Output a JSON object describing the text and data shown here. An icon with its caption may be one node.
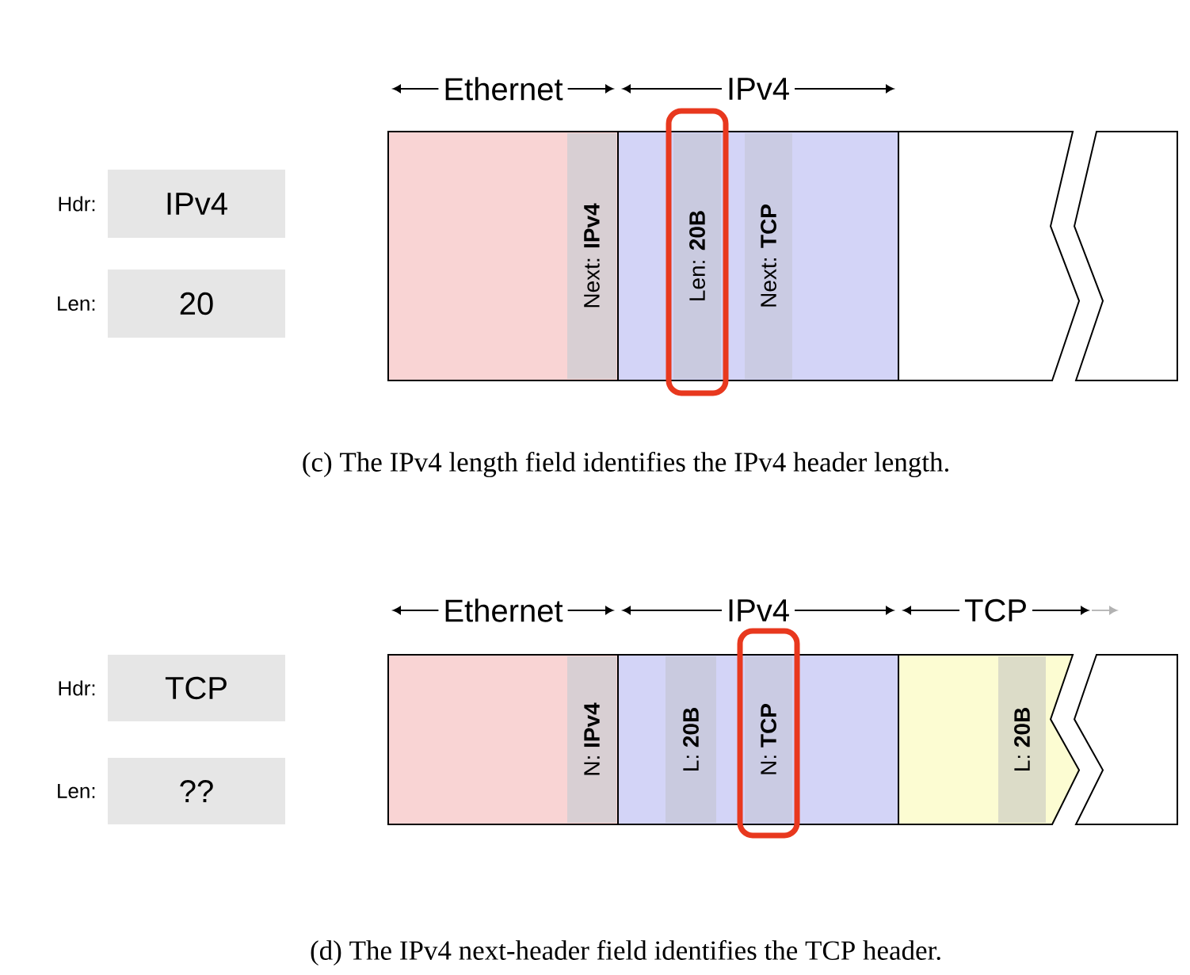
{
  "diagram": {
    "nodes": [
      {
        "text": [
          "IPv4"
        ],
        "beside": [
          "Hdr:"
        ]
      },
      {
        "text": [
          "20"
        ],
        "beside": [
          "Len:"
        ]
      },
      {
        "text": [],
        "shape": "box"
      },
      {
        "text": [
          "Next: **IPv4**"
        ],
        "in": 2
      },
      {
        "text": [],
        "shape": "box"
      },
      {
        "text": [
          "Len: **20B**"
        ],
        "in": 4
      },
      {
        "text": [
          "Next: **TCP**"
        ],
        "in": 4
      },
      {
        "text": [],
        "shape": "box"
      },
      {
        "text": [
          "TCP"
        ],
        "beside": [
          "Hdr:"
        ]
      },
      {
        "text": [
          "??"
        ],
        "beside": [
          "Len:"
        ]
      },
      {
        "text": [],
        "shape": "box"
      },
      {
        "text": [
          "N: **IPv4**"
        ],
        "in": 10
      },
      {
        "text": [],
        "shape": "box"
      },
      {
        "text": [
          "L: **20B**"
        ],
        "in": 12
      },
      {
        "text": [
          "N: **TCP**"
        ],
        "in": 12
      },
      {
        "text": [],
        "shape": "box"
      },
      {
        "text": [
          "L: **20B**"
        ],
        "in": 15
      }
    ],
    "labels": [
      "Ethernet",
      "IPv4",
      "(c) The IPv4 length field identifies the IPv4 header length.",
      "Ethernet",
      "IPv4",
      "TCP",
      "(d) The IPv4 next-header field identifies the TCP header."
    ]
  }
}
